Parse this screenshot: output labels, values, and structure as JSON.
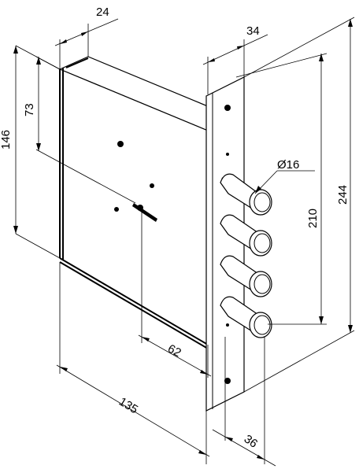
{
  "dimensions": {
    "depth_body": "24",
    "plate_width": "34",
    "height_total_body": "146",
    "height_to_center": "73",
    "bolt_diameter": "16",
    "bolt_span": "210",
    "plate_height": "244",
    "backset": "62",
    "body_length": "135",
    "bolt_projection": "36"
  },
  "symbols": {
    "diameter": "Ø"
  },
  "colors": {
    "ink": "#000000",
    "paper": "#ffffff"
  }
}
